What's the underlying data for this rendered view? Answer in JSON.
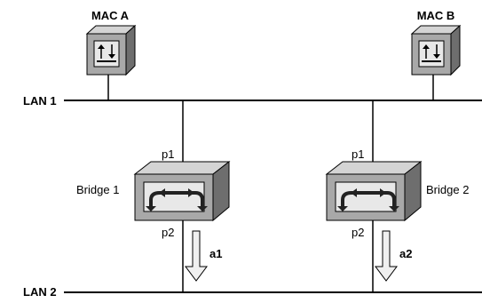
{
  "networks": {
    "lan1": {
      "label": "LAN 1"
    },
    "lan2": {
      "label": "LAN 2"
    }
  },
  "hosts": [
    {
      "label": "MAC A",
      "icon": "mac-station-icon"
    },
    {
      "label": "MAC B",
      "icon": "mac-station-icon"
    }
  ],
  "bridges": [
    {
      "label": "Bridge 1",
      "port_top": "p1",
      "port_bottom": "p2",
      "arrow_label": "a1",
      "icon": "bridge-icon"
    },
    {
      "label": "Bridge 2",
      "port_top": "p1",
      "port_bottom": "p2",
      "arrow_label": "a2",
      "icon": "bridge-icon"
    }
  ],
  "colors": {
    "line": "#000000",
    "box_face": "#a8a8a8",
    "box_top": "#d4d4d4",
    "box_side": "#6e6e6e",
    "panel": "#e8e8e8",
    "arrow_fill": "#f0f0f0"
  }
}
